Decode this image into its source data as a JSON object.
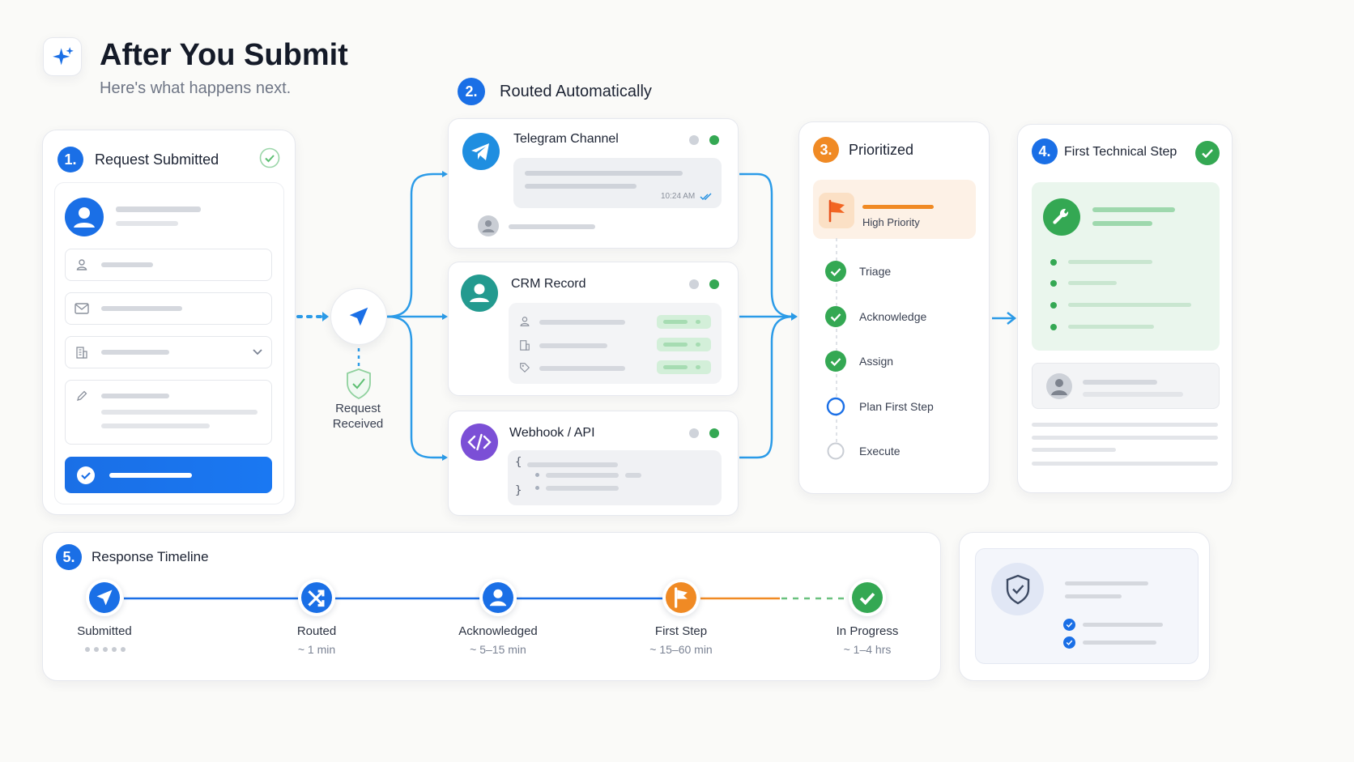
{
  "header": {
    "title": "After You Submit",
    "subtitle": "Here's what happens next."
  },
  "steps": {
    "s1": {
      "num": "1.",
      "title": "Request Submitted"
    },
    "s2": {
      "num": "2.",
      "title": "Routed Automatically"
    },
    "s3": {
      "num": "3.",
      "title": "Prioritized"
    },
    "s4": {
      "num": "4.",
      "title": "First Technical Step"
    },
    "s5": {
      "num": "5.",
      "title": "Response Timeline"
    }
  },
  "hub": {
    "label": "Request Received"
  },
  "channels": {
    "telegram": {
      "title": "Telegram Channel",
      "time": "10:24 AM"
    },
    "crm": {
      "title": "CRM Record"
    },
    "webhook": {
      "title": "Webhook / API",
      "open_brace": "{",
      "close_brace": "}"
    }
  },
  "prioritized": {
    "priority_label": "High Priority",
    "items": [
      {
        "label": "Triage",
        "state": "done"
      },
      {
        "label": "Acknowledge",
        "state": "done"
      },
      {
        "label": "Assign",
        "state": "done"
      },
      {
        "label": "Plan First Step",
        "state": "current"
      },
      {
        "label": "Execute",
        "state": "pending"
      }
    ]
  },
  "timeline": [
    {
      "label": "Submitted",
      "sub": "",
      "icon": "send-icon",
      "color": "#1a6fe6"
    },
    {
      "label": "Routed",
      "sub": "~ 1 min",
      "icon": "shuffle-icon",
      "color": "#1a6fe6"
    },
    {
      "label": "Acknowledged",
      "sub": "~ 5–15 min",
      "icon": "user-icon",
      "color": "#1a6fe6"
    },
    {
      "label": "First Step",
      "sub": "~ 15–60 min",
      "icon": "flag-icon",
      "color": "#f08a24"
    },
    {
      "label": "In Progress",
      "sub": "~ 1–4 hrs",
      "icon": "check-icon",
      "color": "#34a853"
    }
  ],
  "colors": {
    "accent": "#1a6fe6",
    "connector": "#2b9be8",
    "orange": "#f08a24",
    "green": "#34a853",
    "purple": "#7b4fd6",
    "teal": "#239a8f"
  }
}
